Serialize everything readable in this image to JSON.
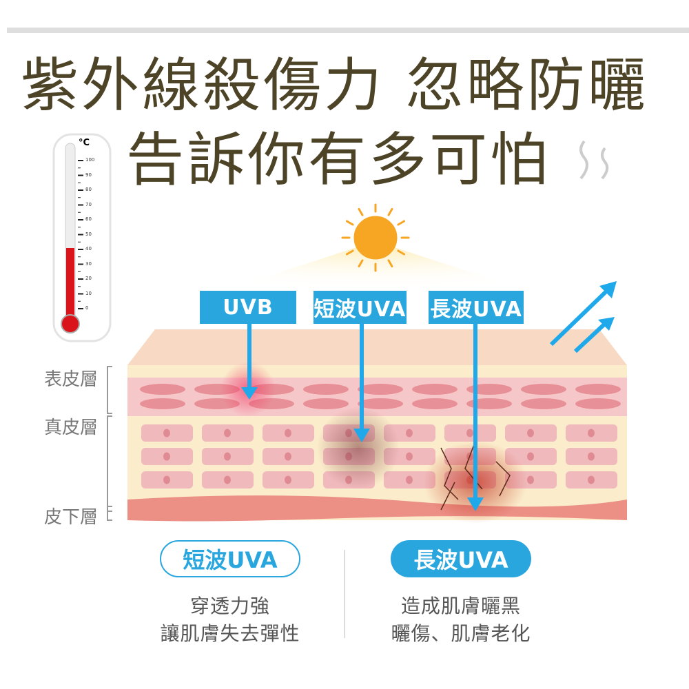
{
  "title": {
    "line1": "紫外線殺傷力 忽略防曬",
    "line2": "告訴你有多可怕"
  },
  "thermometer": {
    "unit": "°C",
    "ticks": [
      "100",
      "90",
      "80",
      "70",
      "60",
      "50",
      "40",
      "30",
      "20",
      "10",
      "0"
    ],
    "level_celsius": 40
  },
  "uv_labels": [
    "UVB",
    "短波UVA",
    "長波UVA"
  ],
  "layers": [
    "表皮層",
    "真皮層",
    "皮下層"
  ],
  "bottom": {
    "left": {
      "label": "短波UVA",
      "lines": [
        "穿透力強",
        "讓肌膚失去彈性"
      ]
    },
    "right": {
      "label": "長波UVA",
      "lines": [
        "造成肌膚曬黑",
        "曬傷、肌膚老化"
      ]
    }
  },
  "colors": {
    "accent": "#2aa6de",
    "title": "#4d4427",
    "mercury": "#d9141b"
  }
}
